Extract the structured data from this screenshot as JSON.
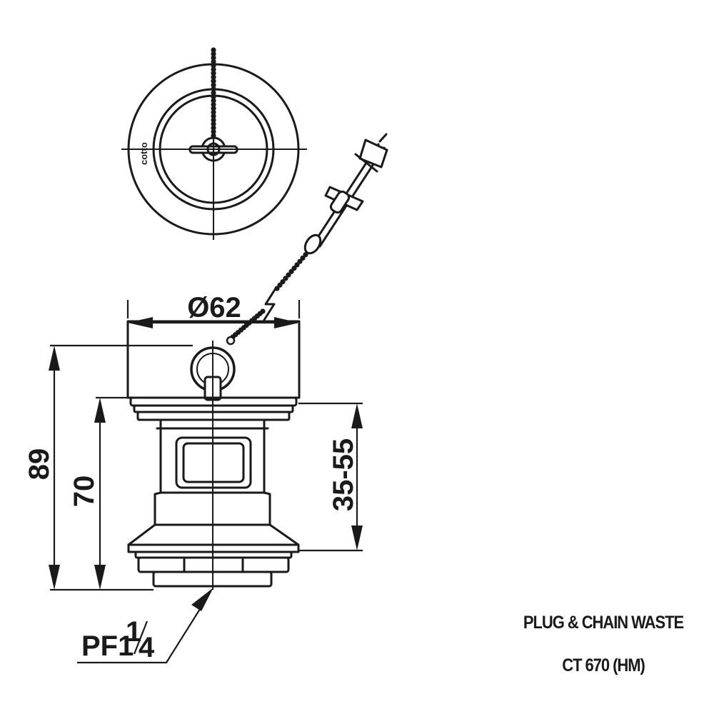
{
  "product": {
    "title": "PLUG & CHAIN WASTE",
    "model": "CT 670 (HM)",
    "brand_mark": "cotto"
  },
  "dimensions": {
    "diameter": "Ø62",
    "overall_height": "89",
    "body_height": "70",
    "adjustable_range": "35-55",
    "thread_main": "PF1",
    "thread_fraction": "¼"
  },
  "colors": {
    "line": "#1a1a1a",
    "background": "#ffffff"
  }
}
